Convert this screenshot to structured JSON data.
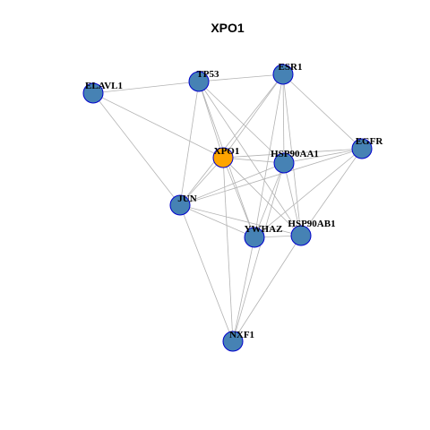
{
  "title": "XPO1",
  "colors": {
    "node_default": "#4682b4",
    "node_highlight": "#ffa500",
    "node_border": "#0000cd",
    "edge": "#b3b3b3"
  },
  "nodes": [
    {
      "id": "XPO1",
      "label": "XPO1",
      "highlight": true
    },
    {
      "id": "TP53",
      "label": "TP53",
      "highlight": false
    },
    {
      "id": "ESR1",
      "label": "ESR1",
      "highlight": false
    },
    {
      "id": "ELAVL1",
      "label": "ELAVL1",
      "highlight": false
    },
    {
      "id": "EGFR",
      "label": "EGFR",
      "highlight": false
    },
    {
      "id": "HSP90AA1",
      "label": "HSP90AA1",
      "highlight": false
    },
    {
      "id": "JUN",
      "label": "JUN",
      "highlight": false
    },
    {
      "id": "YWHAZ",
      "label": "YWHAZ",
      "highlight": false
    },
    {
      "id": "HSP90AB1",
      "label": "HSP90AB1",
      "highlight": false
    },
    {
      "id": "NXF1",
      "label": "NXF1",
      "highlight": false
    }
  ],
  "edges": [
    [
      "ELAVL1",
      "TP53"
    ],
    [
      "ELAVL1",
      "XPO1"
    ],
    [
      "ELAVL1",
      "JUN"
    ],
    [
      "TP53",
      "ESR1"
    ],
    [
      "TP53",
      "XPO1"
    ],
    [
      "TP53",
      "JUN"
    ],
    [
      "TP53",
      "HSP90AA1"
    ],
    [
      "TP53",
      "YWHAZ"
    ],
    [
      "TP53",
      "HSP90AB1"
    ],
    [
      "ESR1",
      "XPO1"
    ],
    [
      "ESR1",
      "JUN"
    ],
    [
      "ESR1",
      "HSP90AA1"
    ],
    [
      "ESR1",
      "YWHAZ"
    ],
    [
      "ESR1",
      "HSP90AB1"
    ],
    [
      "ESR1",
      "EGFR"
    ],
    [
      "XPO1",
      "HSP90AA1"
    ],
    [
      "XPO1",
      "JUN"
    ],
    [
      "XPO1",
      "YWHAZ"
    ],
    [
      "XPO1",
      "HSP90AB1"
    ],
    [
      "XPO1",
      "NXF1"
    ],
    [
      "XPO1",
      "EGFR"
    ],
    [
      "HSP90AA1",
      "EGFR"
    ],
    [
      "HSP90AA1",
      "JUN"
    ],
    [
      "HSP90AA1",
      "YWHAZ"
    ],
    [
      "HSP90AA1",
      "HSP90AB1"
    ],
    [
      "HSP90AA1",
      "NXF1"
    ],
    [
      "EGFR",
      "JUN"
    ],
    [
      "EGFR",
      "YWHAZ"
    ],
    [
      "EGFR",
      "HSP90AB1"
    ],
    [
      "JUN",
      "YWHAZ"
    ],
    [
      "JUN",
      "HSP90AB1"
    ],
    [
      "JUN",
      "NXF1"
    ],
    [
      "YWHAZ",
      "HSP90AB1"
    ],
    [
      "YWHAZ",
      "NXF1"
    ],
    [
      "HSP90AB1",
      "NXF1"
    ]
  ]
}
